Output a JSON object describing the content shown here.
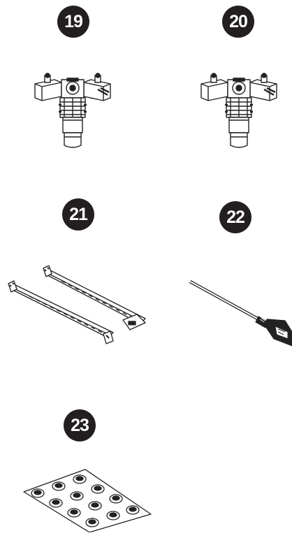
{
  "parts": [
    {
      "number": "19",
      "illustration": "fan-bracket-icon"
    },
    {
      "number": "20",
      "illustration": "fan-bracket-icon"
    },
    {
      "number": "21",
      "illustration": "rack-rail-kit-icon"
    },
    {
      "number": "22",
      "illustration": "power-cord-icon"
    },
    {
      "number": "23",
      "illustration": "rubber-feet-sheet-icon"
    }
  ]
}
